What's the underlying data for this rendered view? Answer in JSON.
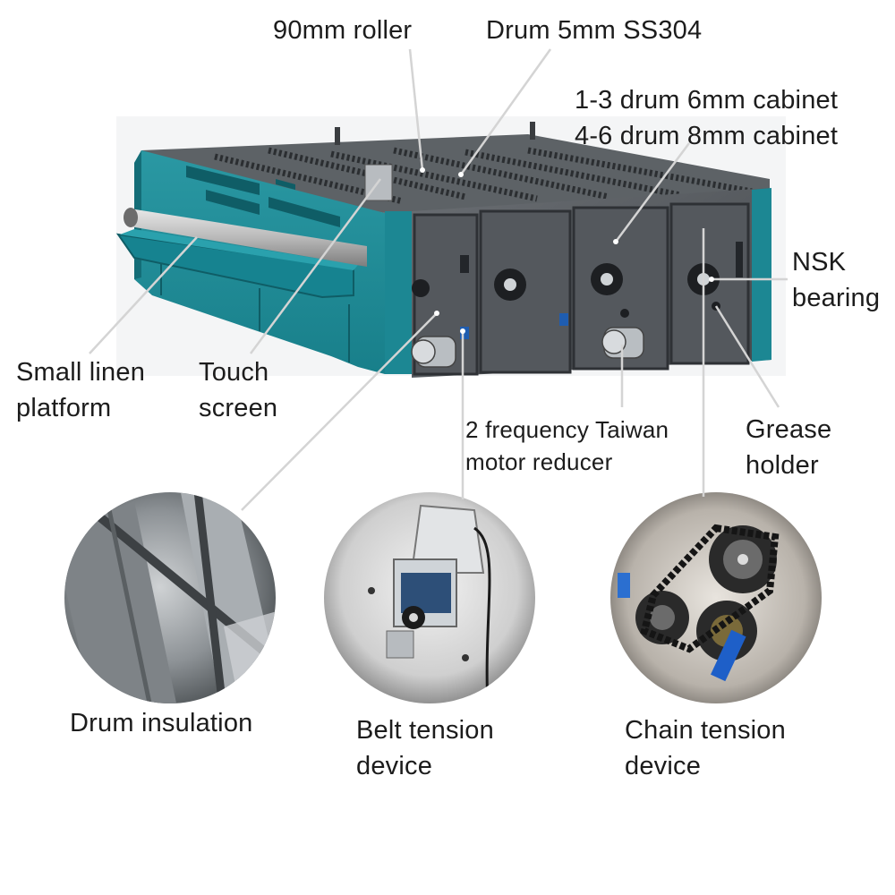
{
  "labels": {
    "roller": "90mm roller",
    "drum": "Drum 5mm SS304",
    "cabinet_1": "1-3 drum 6mm cabinet",
    "cabinet_2": "4-6 drum 8mm cabinet",
    "nsk_1": "NSK",
    "nsk_2": "bearing",
    "linen_1": "Small linen",
    "linen_2": "platform",
    "touch_1": "Touch",
    "touch_2": "screen",
    "motor_1": "2 frequency Taiwan",
    "motor_2": "motor reducer",
    "grease_1": "Grease",
    "grease_2": "holder",
    "insulation": "Drum insulation",
    "belt_1": "Belt tension",
    "belt_2": "device",
    "chain_1": "Chain tension",
    "chain_2": "device"
  },
  "colors": {
    "machine_teal": "#1f8a96",
    "machine_teal_dark": "#146d77",
    "cabinet_grey": "#55595e",
    "cabinet_dark": "#2e3135",
    "leader_line": "#d4d4d4",
    "steel": "#9ea3a8"
  },
  "icons": [
    "roller-icon",
    "motor-icon",
    "bearing-icon",
    "chain-sprocket-icon",
    "belt-tensioner-icon"
  ]
}
